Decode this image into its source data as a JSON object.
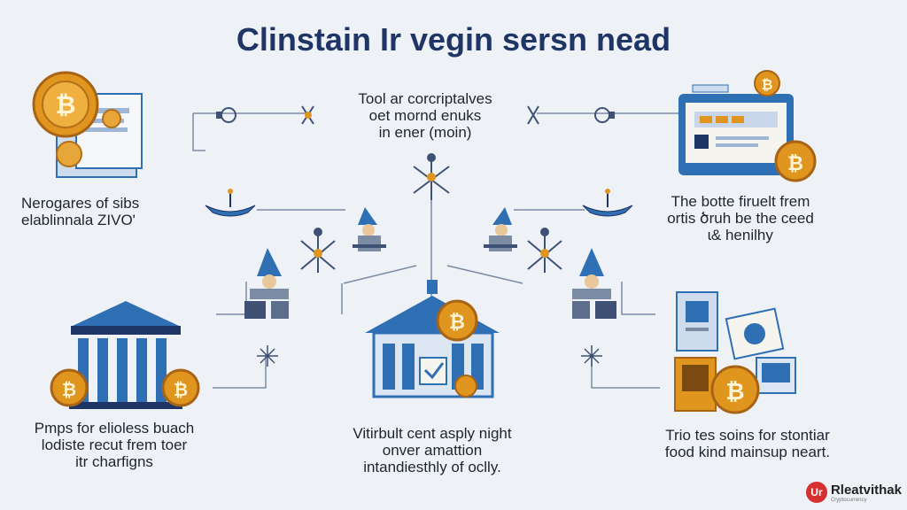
{
  "title": "Clinstain Ir vegin sersn nead",
  "captions": {
    "top_center": [
      "Tool ar corcriptalves",
      "oet mornd enuks",
      "in ener (moin)"
    ],
    "mid_left": [
      "Nerogares of sibs",
      "elablinnala ZIVO'"
    ],
    "mid_right": [
      "The botte firuelt frem",
      "ortis ծruh be the ceed",
      "ɩ& henilhy"
    ],
    "bottom_left": [
      "Pmps for elioless buach",
      "lodiste recut frem toer",
      "itr charfigns"
    ],
    "bottom_center": [
      "Vitirbult cent asply night",
      "onver amattion",
      "intandiesthly of oclly."
    ],
    "bottom_right": [
      "Trio tes soins for stontiar",
      "food kind mainsup neart."
    ]
  },
  "brand": {
    "logo_text": "Ur",
    "name": "Rleatvithak",
    "subtitle": "Cryptocurrency"
  },
  "colors": {
    "title": "#1f3566",
    "accent_blue": "#2f6fb3",
    "coin_gold": "#e0951f",
    "brand_red": "#d6302f",
    "background": "#eef2f7"
  }
}
